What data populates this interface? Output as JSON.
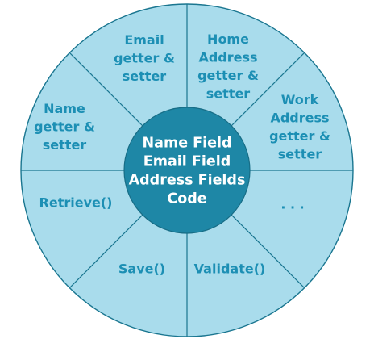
{
  "colors": {
    "segment_fill": "#a9dcec",
    "line": "#1a7690",
    "hub_fill": "#1e87a6",
    "segment_text": "#1c8fb4",
    "hub_text": "#ffffff"
  },
  "hub": {
    "lines": [
      "Name Field",
      "Email Field",
      "Address Fields",
      "Code"
    ]
  },
  "segments": [
    {
      "id": "email-accessors",
      "lines": [
        "Email",
        "getter &",
        "setter"
      ]
    },
    {
      "id": "home-address-accessors",
      "lines": [
        "Home",
        "Address",
        "getter &",
        "setter"
      ]
    },
    {
      "id": "work-address-accessors",
      "lines": [
        "Work",
        "Address",
        "getter &",
        "setter"
      ]
    },
    {
      "id": "more-methods",
      "lines": [
        ". . ."
      ]
    },
    {
      "id": "validate-method",
      "lines": [
        "Validate()"
      ]
    },
    {
      "id": "save-method",
      "lines": [
        "Save()"
      ]
    },
    {
      "id": "retrieve-method",
      "lines": [
        "Retrieve()"
      ]
    },
    {
      "id": "name-accessors",
      "lines": [
        "Name",
        "getter &",
        "setter"
      ]
    }
  ]
}
